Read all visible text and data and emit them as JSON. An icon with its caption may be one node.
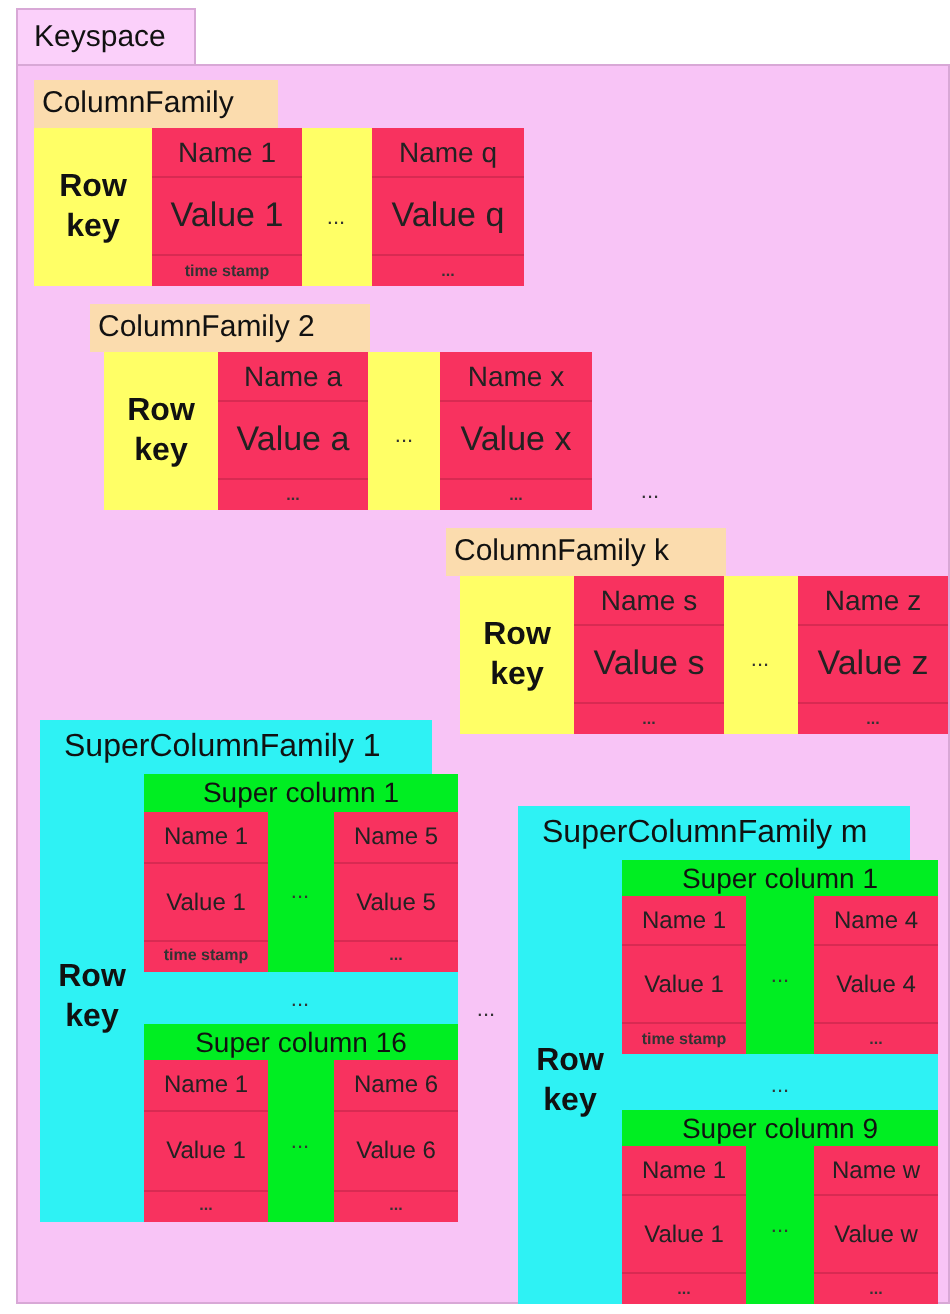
{
  "diagram": {
    "nodes": [
      {
        "text": [
          "Keyspace"
        ]
      },
      {
        "text": [
          "ColumnFamily",
          "Row key"
        ],
        "in": 0
      },
      {
        "text": [
          "Name 1",
          "Value 1",
          "time stamp"
        ],
        "in": 1
      },
      {
        "text": [
          "Name q",
          "Value q",
          "..."
        ],
        "in": 1
      },
      {
        "text": [
          "ColumnFamily 2",
          "Row key"
        ],
        "in": 0
      },
      {
        "text": [
          "Name a",
          "Value a",
          "..."
        ],
        "in": 4
      },
      {
        "text": [
          "Name x",
          "Value x",
          "..."
        ],
        "in": 4
      },
      {
        "text": [
          "ColumnFamily k",
          "Row key"
        ],
        "in": 0
      },
      {
        "text": [
          "Name s",
          "Value s",
          "..."
        ],
        "in": 7
      },
      {
        "text": [
          "Name z",
          "Value z",
          "..."
        ],
        "in": 7
      },
      {
        "text": [
          "SuperColumnFamily 1",
          "Row key"
        ],
        "in": 0
      },
      {
        "text": [
          "Super column 1"
        ],
        "in": 10
      },
      {
        "text": [
          "Name 1",
          "Value 1",
          "time stamp"
        ],
        "in": 11
      },
      {
        "text": [
          "Name 5",
          "Value 5",
          "..."
        ],
        "in": 11
      },
      {
        "text": [
          "Super column 16"
        ],
        "in": 10
      },
      {
        "text": [
          "Name 1",
          "Value 1",
          "..."
        ],
        "in": 14
      },
      {
        "text": [
          "Name 6",
          "Value 6",
          "..."
        ],
        "in": 14
      },
      {
        "text": [
          "SuperColumnFamily m",
          "Row key"
        ],
        "in": 0
      },
      {
        "text": [
          "Super column 1"
        ],
        "in": 17
      },
      {
        "text": [
          "Name 1",
          "Value 1",
          "time stamp"
        ],
        "in": 18
      },
      {
        "text": [
          "Name 4",
          "Value 4",
          "..."
        ],
        "in": 18
      },
      {
        "text": [
          "Super column 9"
        ],
        "in": 17
      },
      {
        "text": [
          "Name 1",
          "Value 1",
          "..."
        ],
        "in": 21
      },
      {
        "text": [
          "Name w",
          "Value w",
          "..."
        ],
        "in": 21
      }
    ],
    "labels": [
      "...",
      "...",
      "...",
      "...",
      "...",
      "...",
      "...",
      "...",
      "...",
      "...",
      "..."
    ]
  }
}
